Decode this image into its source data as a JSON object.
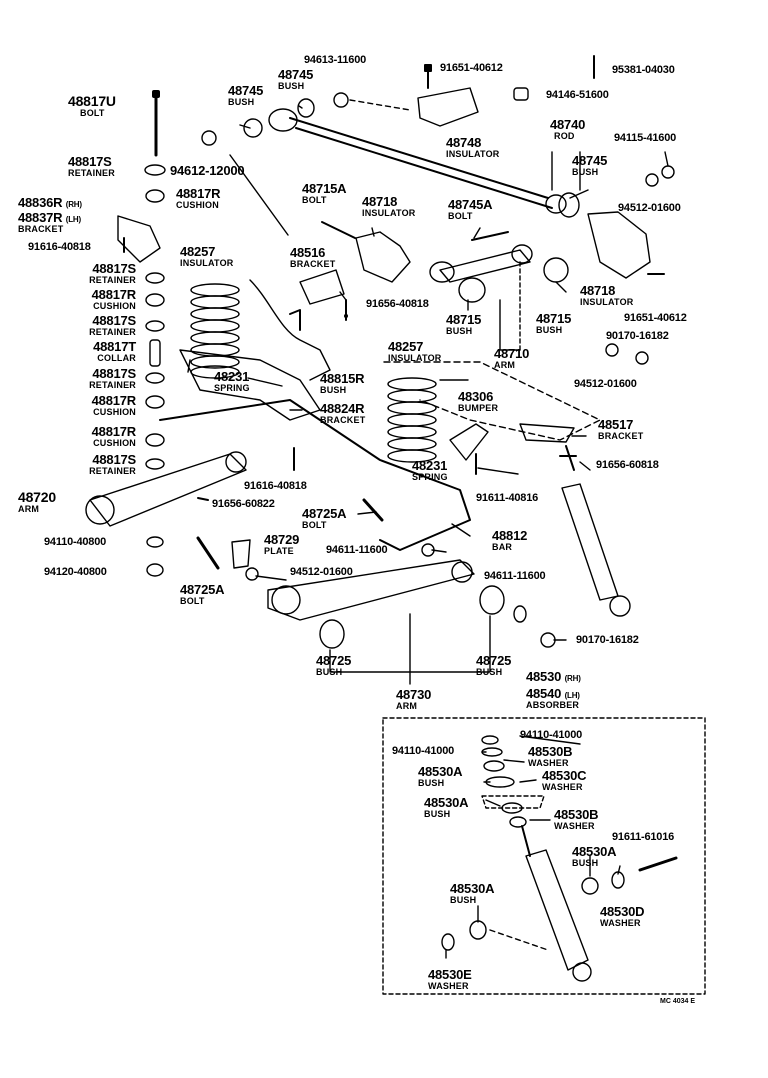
{
  "drawing_code": "MC 4034 E",
  "parts": {
    "p48817U": {
      "no": "48817U",
      "name": "BOLT"
    },
    "p48817S_top": {
      "no": "48817S",
      "name": "RETAINER"
    },
    "p48817R_top": {
      "no": "48817R",
      "name": "CUSHION"
    },
    "p48836R": {
      "no": "48836R",
      "tag": "(RH)"
    },
    "p48837R": {
      "no": "48837R",
      "tag": "(LH)",
      "name": "BRACKET"
    },
    "p91616_40818_top": {
      "no": "91616-40818"
    },
    "p48817S_2": {
      "no": "48817S",
      "name": "RETAINER"
    },
    "p48817R_2": {
      "no": "48817R",
      "name": "CUSHION"
    },
    "p48817S_3": {
      "no": "48817S",
      "name": "RETAINER"
    },
    "p48817T": {
      "no": "48817T",
      "name": "COLLAR"
    },
    "p48817S_4": {
      "no": "48817S",
      "name": "RETAINER"
    },
    "p48817R_3": {
      "no": "48817R",
      "name": "CUSHION"
    },
    "p48817R_4": {
      "no": "48817R",
      "name": "CUSHION"
    },
    "p48817S_5": {
      "no": "48817S",
      "name": "RETAINER"
    },
    "p48720": {
      "no": "48720",
      "name": "ARM"
    },
    "p94110_40800": {
      "no": "94110-40800"
    },
    "p94120_40800": {
      "no": "94120-40800"
    },
    "p48725A_bolt_l": {
      "no": "48725A",
      "name": "BOLT"
    },
    "p94612_12000": {
      "no": "94612-12000"
    },
    "p48745_bush_l": {
      "no": "48745",
      "name": "BUSH"
    },
    "p48745_bush_l2": {
      "no": "48745",
      "name": "BUSH"
    },
    "p94613_11600": {
      "no": "94613-11600"
    },
    "p91651_40612": {
      "no": "91651-40612"
    },
    "p95381_04030": {
      "no": "95381-04030"
    },
    "p94146_51600": {
      "no": "94146-51600"
    },
    "p48748": {
      "no": "48748",
      "name": "INSULATOR"
    },
    "p48740": {
      "no": "48740",
      "name": "ROD"
    },
    "p94115_41600": {
      "no": "94115-41600"
    },
    "p48745_bush_r": {
      "no": "48745",
      "name": "BUSH"
    },
    "p94512_01600_r": {
      "no": "94512-01600"
    },
    "p48715A": {
      "no": "48715A",
      "name": "BOLT"
    },
    "p48718_l": {
      "no": "48718",
      "name": "INSULATOR"
    },
    "p48745A": {
      "no": "48745A",
      "name": "BOLT"
    },
    "p48718_r": {
      "no": "48718",
      "name": "INSULATOR"
    },
    "p91651_40612_r": {
      "no": "91651-40612"
    },
    "p48257_l": {
      "no": "48257",
      "name": "INSULATOR"
    },
    "p48516": {
      "no": "48516",
      "name": "BRACKET"
    },
    "p91656_40818": {
      "no": "91656-40818"
    },
    "p48715_l": {
      "no": "48715",
      "name": "BUSH"
    },
    "p48715_r": {
      "no": "48715",
      "name": "BUSH"
    },
    "p48710": {
      "no": "48710",
      "name": "ARM"
    },
    "p90170_16182_r": {
      "no": "90170-16182"
    },
    "p94512_01600_r2": {
      "no": "94512-01600"
    },
    "p48257_r": {
      "no": "48257",
      "name": "INSULATOR"
    },
    "p48231_l": {
      "no": "48231",
      "name": "SPRING"
    },
    "p48815R": {
      "no": "48815R",
      "name": "BUSH"
    },
    "p48824R": {
      "no": "48824R",
      "name": "BRACKET"
    },
    "p48306": {
      "no": "48306",
      "name": "BUMPER"
    },
    "p48517": {
      "no": "48517",
      "name": "BRACKET"
    },
    "p91656_60818": {
      "no": "91656-60818"
    },
    "p48231_r": {
      "no": "48231",
      "name": "SPRING"
    },
    "p91616_40818_mid": {
      "no": "91616-40818"
    },
    "p91611_40816": {
      "no": "91611-40816"
    },
    "p91656_60822": {
      "no": "91656-60822"
    },
    "p48725A_bolt_c": {
      "no": "48725A",
      "name": "BOLT"
    },
    "p48729": {
      "no": "48729",
      "name": "PLATE"
    },
    "p94611_11600_c": {
      "no": "94611-11600"
    },
    "p48812": {
      "no": "48812",
      "name": "BAR"
    },
    "p94512_01600_c": {
      "no": "94512-01600"
    },
    "p94611_11600_r": {
      "no": "94611-11600"
    },
    "p90170_16182_b": {
      "no": "90170-16182"
    },
    "p48725_l": {
      "no": "48725",
      "name": "BUSH"
    },
    "p48725_r": {
      "no": "48725",
      "name": "BUSH"
    },
    "p48730": {
      "no": "48730",
      "name": "ARM"
    },
    "p48530": {
      "no": "48530",
      "tag": "(RH)"
    },
    "p48540": {
      "no": "48540",
      "tag": "(LH)",
      "name": "ABSORBER"
    },
    "p94110_41000_a": {
      "no": "94110-41000"
    },
    "p94110_41000_b": {
      "no": "94110-41000"
    },
    "p48530B_1": {
      "no": "48530B",
      "name": "WASHER"
    },
    "p48530A_1": {
      "no": "48530A",
      "name": "BUSH"
    },
    "p48530C": {
      "no": "48530C",
      "name": "WASHER"
    },
    "p48530A_2": {
      "no": "48530A",
      "name": "BUSH"
    },
    "p48530B_2": {
      "no": "48530B",
      "name": "WASHER"
    },
    "p91611_61016": {
      "no": "91611-61016"
    },
    "p48530A_3": {
      "no": "48530A",
      "name": "BUSH"
    },
    "p48530A_4": {
      "no": "48530A",
      "name": "BUSH"
    },
    "p48530D": {
      "no": "48530D",
      "name": "WASHER"
    },
    "p48530E": {
      "no": "48530E",
      "name": "WASHER"
    }
  }
}
